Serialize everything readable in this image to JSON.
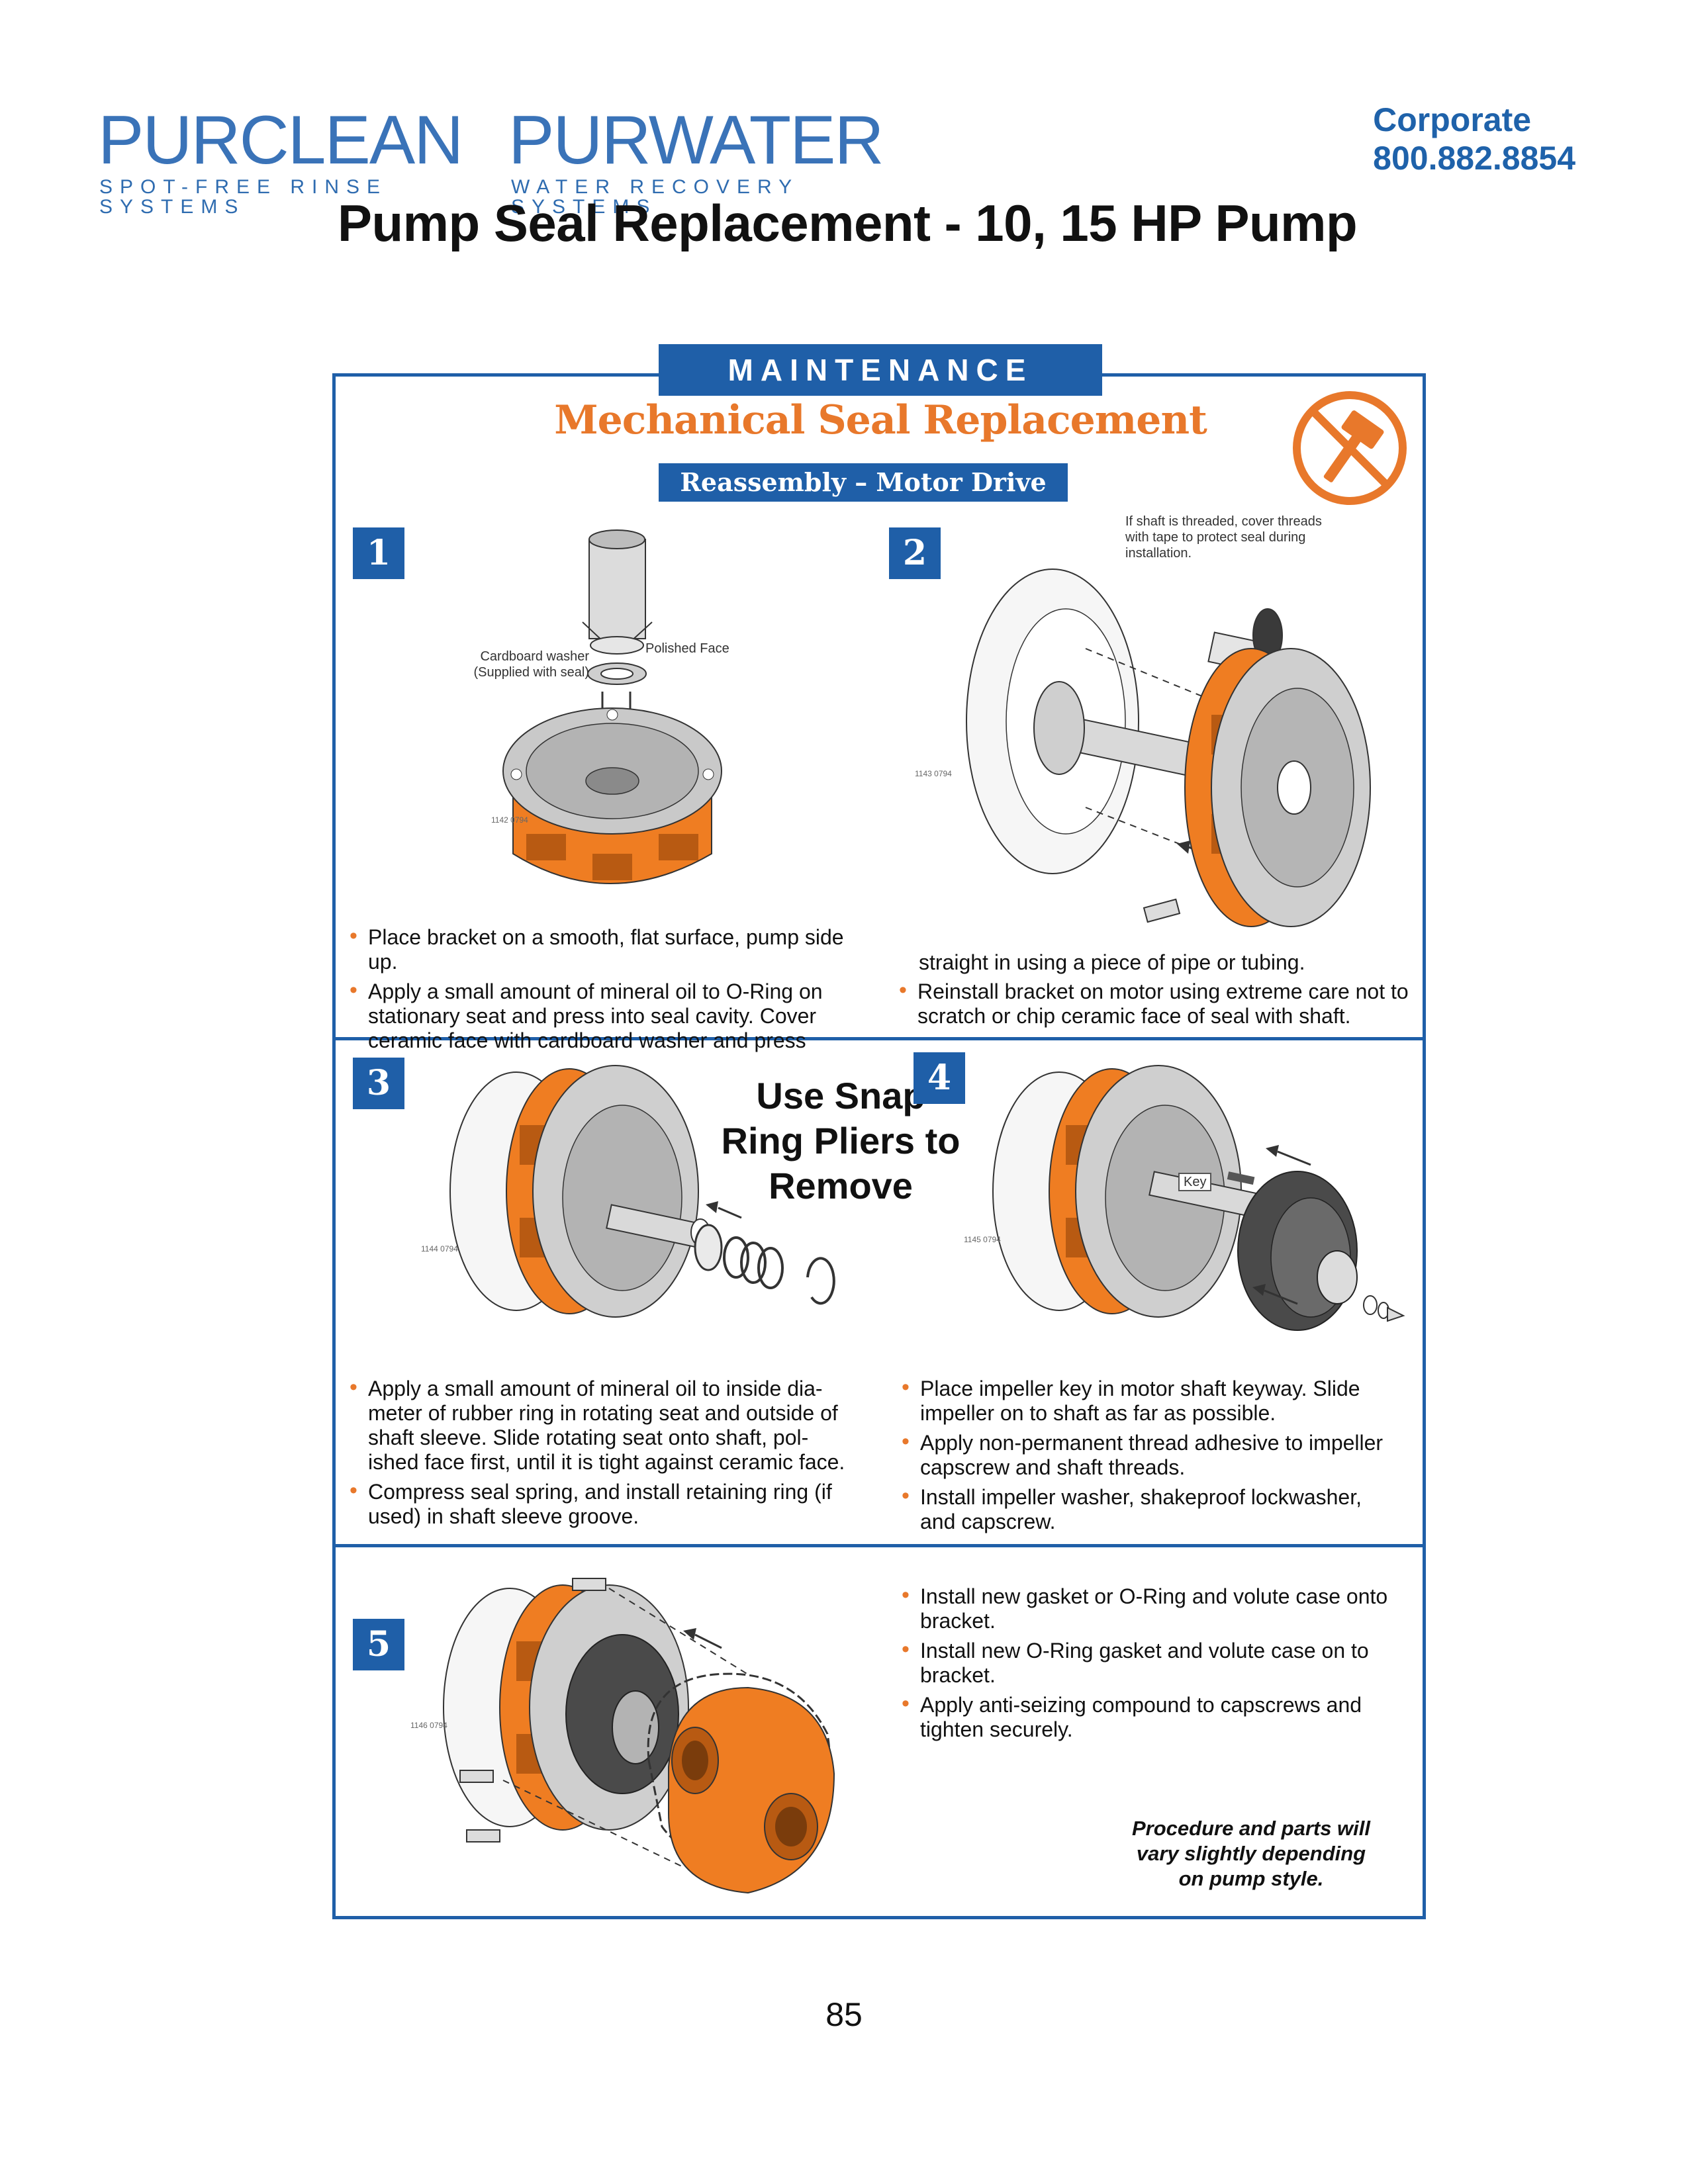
{
  "header": {
    "logo_left": {
      "word": "PURCLEAN",
      "tagline": "SPOT-FREE RINSE SYSTEMS"
    },
    "logo_right": {
      "word": "PURWATER",
      "tagline": "WATER RECOVERY SYSTEMS"
    },
    "contact_label": "Corporate",
    "contact_phone": "800.882.8854",
    "title": "Pump Seal Replacement - 10, 15 HP Pump"
  },
  "panel": {
    "section_tab": "MAINTENANCE",
    "heading": "Mechanical Seal Replacement",
    "subheading": "Reassembly – Motor Drive",
    "no_hammer_icon": "no-hammer-icon"
  },
  "steps": {
    "s1": {
      "number": "1",
      "label_washer_1": "Cardboard washer",
      "label_washer_2": "(Supplied with seal)",
      "label_face": "Polished Face",
      "part_code": "1142 0794",
      "bullet_1": "Place bracket on a smooth, flat surface, pump side up.",
      "bullet_2_l1": "Apply a small amount of mineral oil to O-Ring on",
      "bullet_2_l2": "stationary seat and press into seal cavity. Cover",
      "bullet_2_l3": "ceramic face with cardboard washer and press"
    },
    "s2": {
      "number": "2",
      "note_l1": "If shaft is threaded, cover threads",
      "note_l2": "with tape to protect seal during",
      "note_l3": "installation.",
      "part_code": "1143 0794",
      "cont_line": "straight in using a piece of pipe or tubing.",
      "bullet_1_l1": "Reinstall bracket on motor using extreme care not to",
      "bullet_1_l2": "scratch or chip ceramic face of seal with shaft."
    },
    "s3": {
      "number": "3",
      "part_code": "1144 0794",
      "callout_l1": "Use Snap",
      "callout_l2": "Ring Pliers to",
      "callout_l3": "Remove",
      "bullet_1_l1": "Apply a small amount of mineral oil to inside dia-",
      "bullet_1_l2": "meter of rubber ring in rotating seat and outside of",
      "bullet_1_l3": "shaft sleeve. Slide rotating seat onto shaft, pol-",
      "bullet_1_l4": "ished face first, until it is tight against ceramic face.",
      "bullet_2_l1": "Compress seal spring, and install retaining ring (if",
      "bullet_2_l2": "used) in shaft sleeve groove."
    },
    "s4": {
      "number": "4",
      "label_key": "Key",
      "part_code": "1145 0794",
      "bullet_1_l1": "Place impeller key in motor shaft keyway. Slide",
      "bullet_1_l2": "impeller on to shaft as far as possible.",
      "bullet_2_l1": "Apply non-permanent thread adhesive to impeller",
      "bullet_2_l2": "capscrew and shaft threads.",
      "bullet_3_l1": "Install impeller washer, shakeproof lockwasher,",
      "bullet_3_l2": "and capscrew."
    },
    "s5": {
      "number": "5",
      "part_code": "1146 0794",
      "bullet_1_l1": "Install new gasket or O-Ring and volute case onto",
      "bullet_1_l2": "bracket.",
      "bullet_2_l1": "Install new O-Ring gasket and volute case on to",
      "bullet_2_l2": "bracket.",
      "bullet_3_l1": "Apply anti-seizing compound to capscrews and",
      "bullet_3_l2": "tighten securely."
    }
  },
  "note": {
    "l1": "Procedure and parts will",
    "l2": "vary slightly depending",
    "l3": "on pump style."
  },
  "page_number": "85",
  "colors": {
    "brand_blue": "#1f5fa8",
    "accent_orange": "#e8782b",
    "logo_blue": "#3a73b8"
  }
}
